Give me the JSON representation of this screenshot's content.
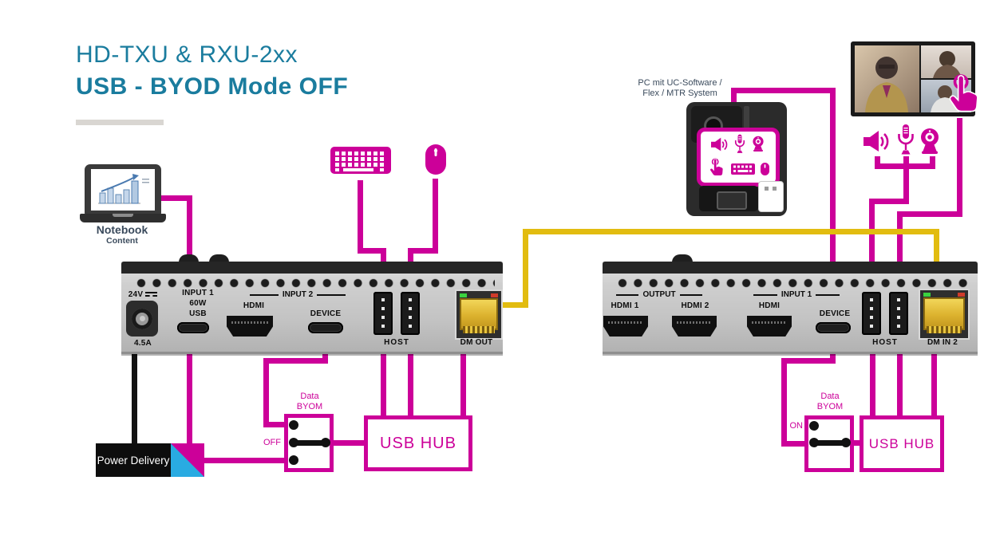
{
  "title": {
    "line1": "HD-TXU & RXU-2xx",
    "line2": "USB - BYOD Mode OFF"
  },
  "notebook": {
    "label": "Notebook",
    "sublabel": "Content"
  },
  "pc": {
    "label1": "PC mit UC-Software /",
    "label2": "Flex / MTR System"
  },
  "tx_panel": {
    "voltage": "24V",
    "current": "4.5A",
    "input1": "INPUT 1",
    "input1_power": "60W",
    "input1_type": "USB",
    "input2": "INPUT 2",
    "hdmi": "HDMI",
    "device": "DEVICE",
    "host": "HOST",
    "dm": "DM OUT"
  },
  "rx_panel": {
    "output": "OUTPUT",
    "hdmi1": "HDMI 1",
    "hdmi2": "HDMI 2",
    "input1": "INPUT 1",
    "hdmi": "HDMI",
    "device": "DEVICE",
    "host": "HOST",
    "dm": "DM IN 2"
  },
  "byom_switch_tx": {
    "label": "Data\nBYOM",
    "state": "OFF"
  },
  "byom_switch_rx": {
    "label": "Data\nBYOM",
    "state": "ON"
  },
  "usb_hub_tx": {
    "label": "USB HUB"
  },
  "usb_hub_rx": {
    "label": "USB HUB"
  },
  "power_delivery": {
    "label": "Power\nDelivery"
  },
  "icons": [
    "notebook-icon",
    "keyboard-icon",
    "mouse-icon",
    "speaker-icon",
    "microphone-icon",
    "webcam-icon",
    "touch-icon",
    "tv-videocall-icon",
    "usb-plug-icon"
  ],
  "colors": {
    "magenta": "#CC0099",
    "yellow": "#E2BC10",
    "teal": "#1A7C9E",
    "blue": "#29ABE2"
  }
}
